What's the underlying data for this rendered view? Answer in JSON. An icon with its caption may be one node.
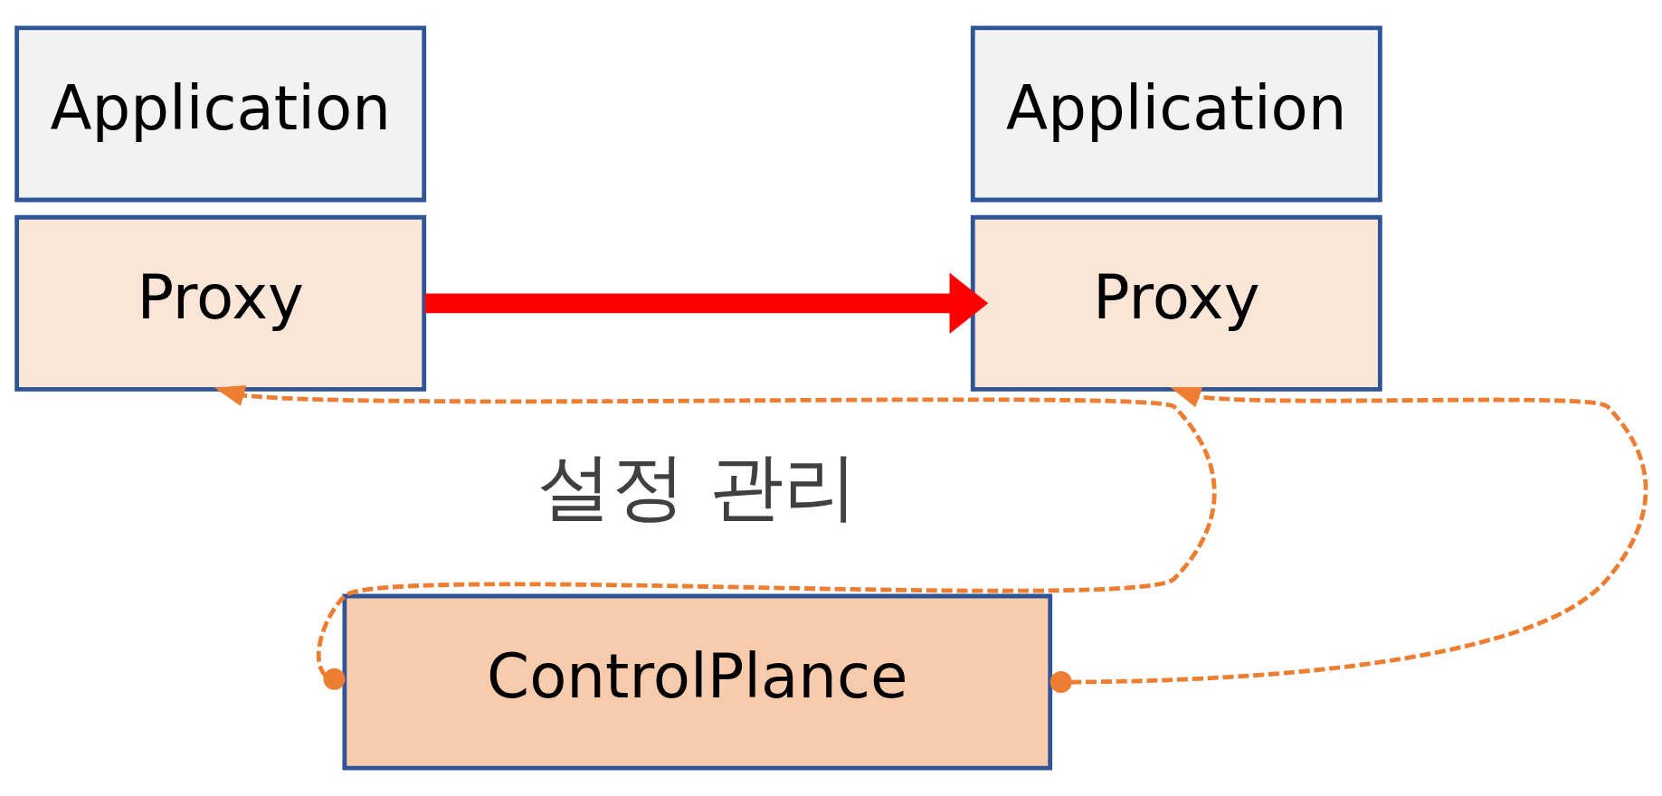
{
  "diagram": {
    "nodes": [
      {
        "text": [
          "Application"
        ]
      },
      {
        "text": [
          "Proxy"
        ]
      },
      {
        "text": [
          "Application"
        ]
      },
      {
        "text": [
          "Proxy"
        ]
      },
      {
        "text": [
          "ControlPlance"
        ]
      }
    ],
    "edges": [
      {
        "from": 1,
        "to": 3,
        "arrow": "to",
        "style": "thick",
        "color": "#ff0000"
      },
      {
        "from": 4,
        "to": 1,
        "arrow": "to",
        "style": "dashed",
        "color": "#ed7d31"
      },
      {
        "from": 4,
        "to": 3,
        "arrow": "to",
        "style": "dashed",
        "color": "#ed7d31"
      }
    ],
    "labels": [
      "설정 관리"
    ]
  }
}
